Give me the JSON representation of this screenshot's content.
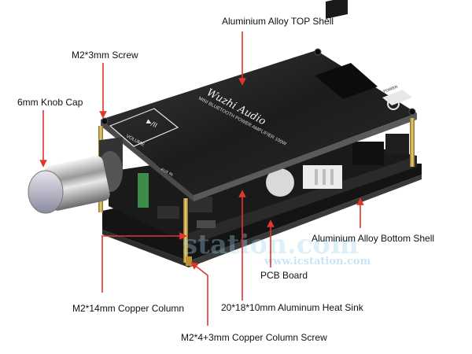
{
  "labels": {
    "top_shell": "Aluminium Alloy TOP Shell",
    "screw_top": "M2*3mm Screw",
    "knob_cap": "6mm Knob Cap",
    "bottom_shell": "Aluminium Alloy Bottom Shell",
    "pcb_board": "PCB Board",
    "copper_column": "M2*14mm Copper Column",
    "heat_sink": "20*18*10mm Aluminum Heat Sink",
    "column_screw": "M2*4+3mm Copper Column Screw"
  },
  "device_text": {
    "brand_script": "Wuzhi Audio",
    "model_line": "MINI BLUETOOTH POWER AMPLIFIER 100W",
    "volume": "VOLUME",
    "play_pause": "▶/II",
    "power_port": "POWER",
    "aux_port": "AUX IN"
  },
  "watermark": {
    "large": "station.com",
    "url": "www.icstation.com"
  },
  "colors": {
    "arrow": "#e0362c",
    "label_text": "#111111",
    "shell_dark": "#1e1e1e",
    "pcb": "#1a1a1a",
    "brass": "#c9a449"
  }
}
